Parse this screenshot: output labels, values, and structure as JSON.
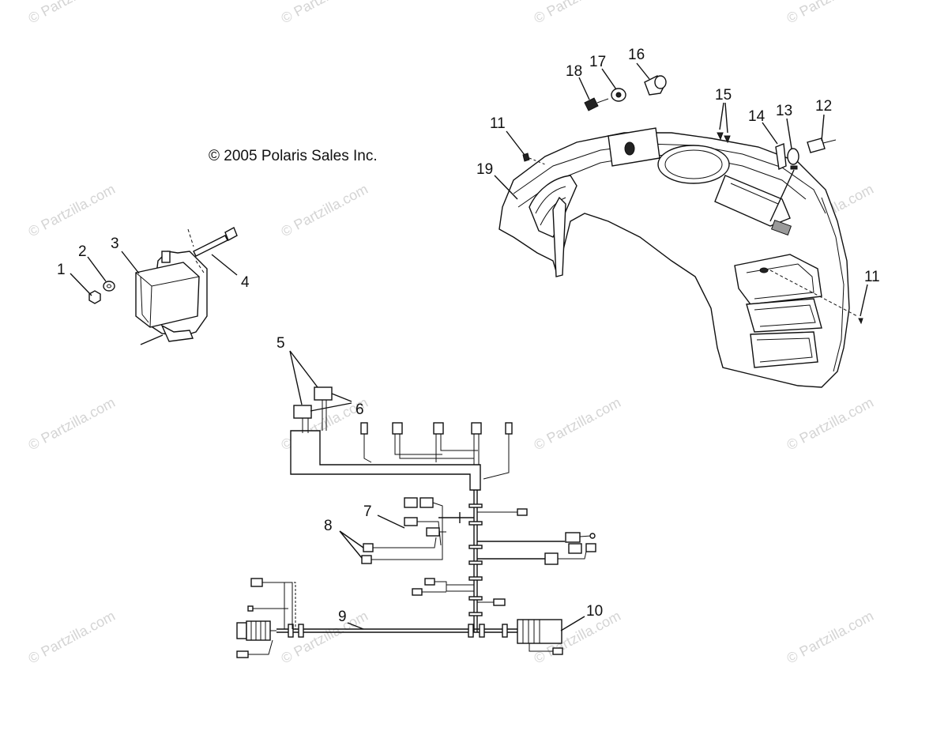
{
  "copyright": "© 2005 Polaris Sales Inc.",
  "watermark": "© Partzilla.com",
  "callouts": {
    "c1": "1",
    "c2": "2",
    "c3": "3",
    "c4": "4",
    "c5": "5",
    "c6": "6",
    "c7": "7",
    "c8": "8",
    "c9": "9",
    "c10": "10",
    "c11a": "11",
    "c11b": "11",
    "c12": "12",
    "c13": "13",
    "c14": "14",
    "c15": "15",
    "c16": "16",
    "c17": "17",
    "c18": "18",
    "c19": "19"
  }
}
